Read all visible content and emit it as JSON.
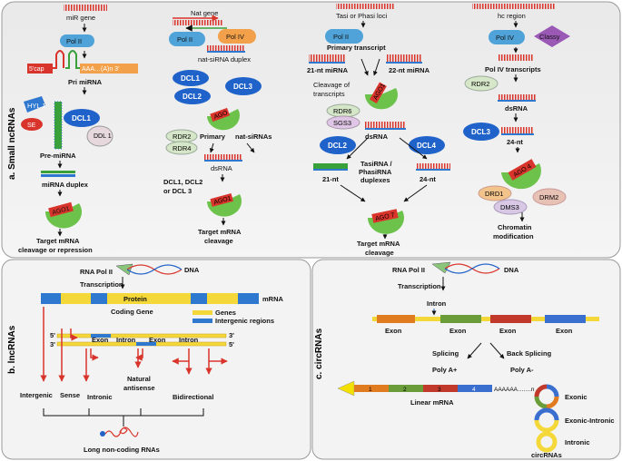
{
  "panels": {
    "a": {
      "title": "a. Small ncRNAs"
    },
    "b": {
      "title": "b. lncRNAs"
    },
    "c": {
      "title": "c. circRNAs"
    }
  },
  "mirna": {
    "gene": "miR gene",
    "pol": "Pol II",
    "cap": "5'cap",
    "polya": "AAA…(A)n 3'",
    "pri": "Pri miRNA",
    "hyl": "HYL 1",
    "se": "SE",
    "dcl": "DCL1",
    "ddl": "DDL 1",
    "pre": "Pre-miRNA",
    "duplex": "miRNA duplex",
    "ago": "AGO1",
    "target": "Target mRNA",
    "target2": "cleavage or repression"
  },
  "nat": {
    "gene": "Nat gene",
    "pol2": "Pol II",
    "pol4": "Pol IV",
    "duplex": "nat-siRNA duplex",
    "dcl1": "DCL1",
    "dcl2": "DCL2",
    "dcl3": "DCL3",
    "ago": "AGO",
    "rdr2": "RDR2",
    "rdr4": "RDR4",
    "primary": "Primary",
    "sirnas": "nat-siRNAs",
    "dsrna": "dsRNA",
    "dcls": "DCL1, DCL2",
    "dcls2": "or DCL 3",
    "ago1": "AGO1",
    "target": "Target mRNA",
    "target2": "cleavage"
  },
  "tasi": {
    "loci": "Tasi or Phasi loci",
    "pol": "Pol II",
    "primary": "Primary transcript",
    "mirna21": "21-nt miRNA",
    "mirna22": "22-nt miRNA",
    "ago1": "AGO1",
    "cleavage": "Cleavage of",
    "cleavage2": "transcripts",
    "rdr6": "RDR6",
    "sgs3": "SGS3",
    "dsrna": "dsRNA",
    "dcl2": "DCL2",
    "dcl4": "DCL4",
    "nt21": "21-nt",
    "nt24": "24-nt",
    "tasirna": "TasiRNA /",
    "phasi": "PhasiRNA",
    "dup": "duplexes",
    "ago7": "AGO 7",
    "target": "Target mRNA",
    "target2": "cleavage"
  },
  "hc": {
    "region": "hc region",
    "pol4": "Pol IV",
    "classy": "Classy",
    "trans": "Pol IV transcripts",
    "rdr2": "RDR2",
    "dsrna": "dsRNA",
    "dcl3": "DCL3",
    "nt24": "24-nt",
    "ago4": "AGO 4",
    "drd1": "DRD1",
    "drm2": "DRM2",
    "dms3": "DMS3",
    "chrom": "Chromatin",
    "chrom2": "modification"
  },
  "lnc": {
    "rnapol": "RNA Pol II",
    "dna": "DNA",
    "transcription": "Transcription",
    "mrna": "mRNA",
    "protein": "Protein",
    "coding": "Coding Gene",
    "genes": "Genes",
    "intergenic_reg": "Intergenic regions",
    "five": "5'",
    "three": "3'",
    "exon": "Exon",
    "intron": "Intron",
    "intergenic": "Intergenic",
    "sense": "Sense",
    "intronic": "Intronic",
    "natural": "Natural",
    "antisense": "antisense",
    "bidirectional": "Bidirectional",
    "long": "Long non-coding RNAs"
  },
  "circ": {
    "rnapol": "RNA Pol II",
    "dna": "DNA",
    "transcription": "Transcription",
    "intron": "Intron",
    "exon": "Exon",
    "splicing": "Splicing",
    "back": "Back Splicing",
    "polyaplus": "Poly A+",
    "polyaminus": "Poly A-",
    "n1": "1",
    "n2": "2",
    "n3": "3",
    "n4": "4",
    "tail": "AAAAAA…….n",
    "linear": "Linear mRNA",
    "exonic": "Exonic",
    "exint": "Exonic-Intronic",
    "intronic": "Intronic",
    "circs": "circRNAs"
  },
  "colors": {
    "ago": "#6cc24a",
    "dcl": "#1f62c9",
    "pol": "#4fa3d8",
    "classy": "#9b59b6",
    "red": "#d9342b",
    "mrna": "#f4d83a"
  }
}
